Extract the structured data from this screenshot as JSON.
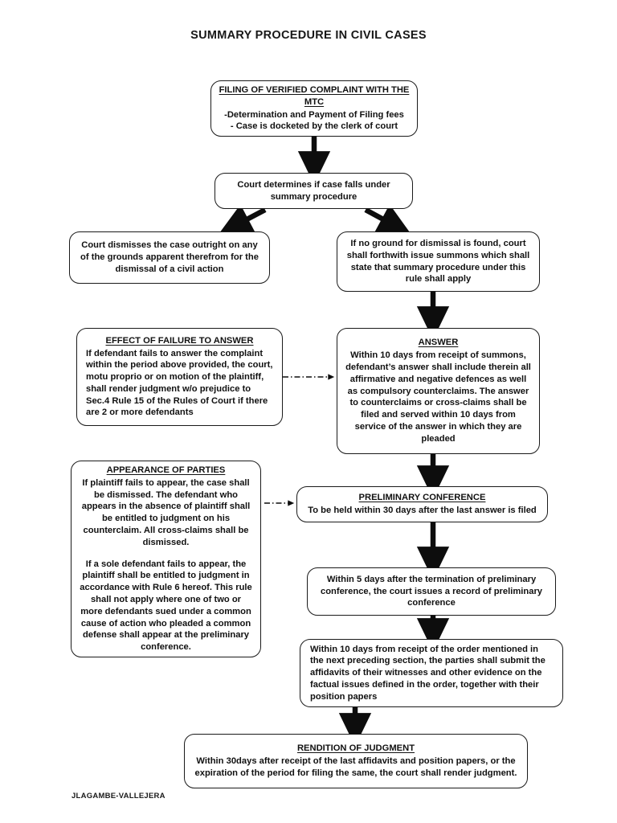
{
  "document": {
    "title": "SUMMARY PROCEDURE IN CIVIL CASES",
    "footer_credit": "JLAGAMBE-VALLEJERA"
  },
  "nodes": {
    "filing": {
      "heading": "FILING OF VERIFIED COMPLAINT WITH THE  MTC",
      "body": "-Determination and Payment of Filing fees\n- Case is docketed by the clerk of court"
    },
    "determines": {
      "body": "Court determines if case falls under summary procedure"
    },
    "dismiss": {
      "body": "Court dismisses  the case outright on any of the grounds apparent therefrom for the dismissal of a civil action"
    },
    "no_grounds": {
      "body": "If no ground for dismissal is found, court shall forthwith issue summons which shall state that summary procedure under this rule shall apply"
    },
    "effect_failure": {
      "heading": "EFFECT OF FAILURE TO ANSWER",
      "body": "If defendant fails to answer the complaint within the period above provided, the court, motu proprio or on motion of the plaintiff, shall render judgment w/o prejudice to Sec.4 Rule 15 of the Rules of Court if there are 2 or more defendants"
    },
    "answer": {
      "heading": "ANSWER",
      "body": "Within 10 days from receipt of summons, defendant’s answer shall include therein all affirmative and negative defences as well as compulsory counterclaims. The answer to counterclaims or cross-claims shall be filed and served within 10 days from service of the answer in which they are pleaded"
    },
    "appearance": {
      "heading": "APPEARANCE OF PARTIES",
      "body_1": "If plaintiff fails to appear, the case shall be dismissed. The defendant who appears in the absence of plaintiff shall be entitled to judgment on his counterclaim. All cross-claims shall be dismissed.",
      "body_2": "If a sole defendant fails to appear, the plaintiff shall be entitled to judgment in accordance with Rule 6 hereof. This rule shall not apply where one of two or more defendants sued under a common cause of action who pleaded a common defense shall appear at the preliminary conference."
    },
    "preliminary_conference": {
      "heading": "PRELIMINARY CONFERENCE",
      "body": "To be held within 30 days after the last answer is filed"
    },
    "record": {
      "body": "Within 5 days after the termination of preliminary conference, the court issues a record of preliminary conference"
    },
    "affidavits": {
      "body": "Within 10 days from receipt of the order mentioned in the next preceding section, the parties shall submit the affidavits of their witnesses and other evidence on the factual issues defined in the order, together with their position papers"
    },
    "rendition": {
      "heading": "RENDITION OF JUDGMENT",
      "body": "Within 30days after receipt of the last affidavits and position papers, or the expiration of the period for filing the same, the court shall render judgment."
    }
  },
  "connectors": [
    {
      "name": "filing-to-determines",
      "style": "solid-thick-arrow",
      "direction": "down"
    },
    {
      "name": "determines-to-dismiss",
      "style": "solid-thick-arrow",
      "direction": "down-left"
    },
    {
      "name": "determines-to-no-grounds",
      "style": "solid-thick-arrow",
      "direction": "down-right"
    },
    {
      "name": "no-grounds-to-answer",
      "style": "solid-thick-arrow",
      "direction": "down"
    },
    {
      "name": "answer-to-effect-failure",
      "style": "dash-dot-arrow",
      "direction": "left"
    },
    {
      "name": "answer-to-preliminary-conference",
      "style": "solid-thick-arrow",
      "direction": "down"
    },
    {
      "name": "appearance-to-preliminary-conference",
      "style": "dash-dot-arrow",
      "direction": "right"
    },
    {
      "name": "preliminary-conference-to-record",
      "style": "solid-thick-arrow",
      "direction": "down"
    },
    {
      "name": "record-to-affidavits",
      "style": "solid-thick-arrow",
      "direction": "down"
    },
    {
      "name": "affidavits-to-rendition",
      "style": "solid-thick-arrow",
      "direction": "down"
    }
  ],
  "colors": {
    "ink": "#111111",
    "background": "#ffffff",
    "node_border": "#1a1a1a"
  }
}
